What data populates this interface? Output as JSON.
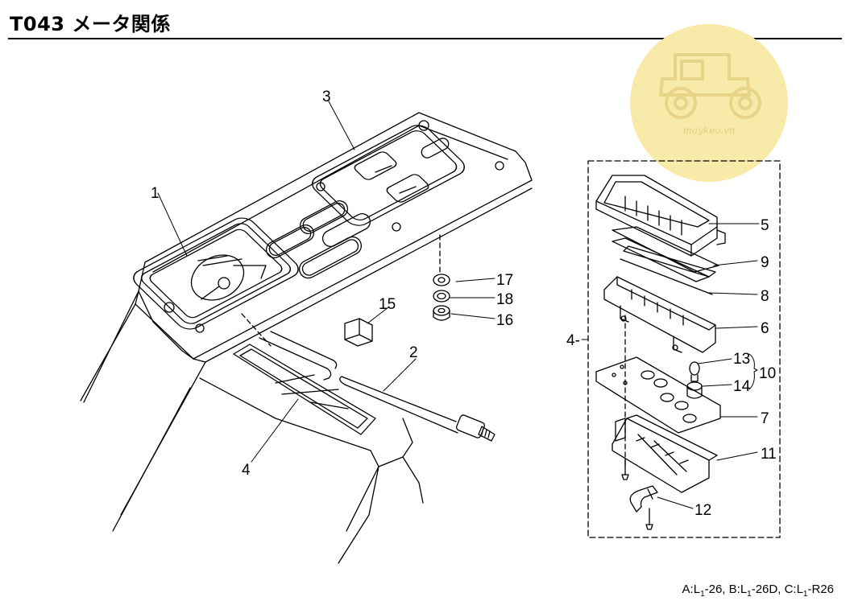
{
  "header": {
    "title": "T043 メータ関係"
  },
  "watermark": {
    "text": "maykeo.vn",
    "icon": "tractor-icon",
    "color": "#f7e9a6"
  },
  "callouts": [
    {
      "id": "1",
      "text": "1"
    },
    {
      "id": "2",
      "text": "2"
    },
    {
      "id": "3",
      "text": "3"
    },
    {
      "id": "4a",
      "text": "4"
    },
    {
      "id": "4b",
      "text": "4-"
    },
    {
      "id": "5",
      "text": "5"
    },
    {
      "id": "6",
      "text": "6"
    },
    {
      "id": "7",
      "text": "7"
    },
    {
      "id": "8",
      "text": "8"
    },
    {
      "id": "9",
      "text": "9"
    },
    {
      "id": "10",
      "text": "10"
    },
    {
      "id": "11",
      "text": "11"
    },
    {
      "id": "12",
      "text": "12"
    },
    {
      "id": "13",
      "text": "13"
    },
    {
      "id": "14",
      "text": "14"
    },
    {
      "id": "15",
      "text": "15"
    },
    {
      "id": "16",
      "text": "16"
    },
    {
      "id": "17",
      "text": "17"
    },
    {
      "id": "18",
      "text": "18"
    }
  ],
  "footer": {
    "a_prefix": "A:L",
    "a_sub": "1",
    "a_suffix": "-26, ",
    "b_prefix": "B:L",
    "b_sub": "1",
    "b_suffix": "-26D, ",
    "c_prefix": "C:L",
    "c_sub": "1",
    "c_suffix": "-R26"
  }
}
